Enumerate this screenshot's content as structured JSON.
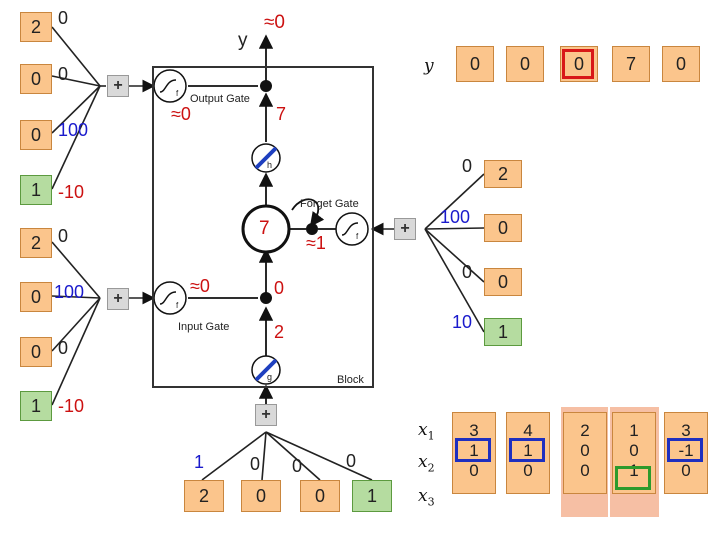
{
  "y_symbol": "y",
  "x_symbols": [
    "x",
    "x",
    "x"
  ],
  "x_subscripts": [
    "1",
    "2",
    "3"
  ],
  "output_approx": "≈0",
  "y_label": "y",
  "blocks": {
    "output_gate": {
      "inputs": [
        {
          "box": "2",
          "weight": "0"
        },
        {
          "box": "0",
          "weight": "0"
        },
        {
          "box": "0",
          "weight": "100"
        },
        {
          "box": "1",
          "weight": "-10"
        }
      ],
      "sum": "+",
      "gate_label": "Output Gate",
      "gate_value": "≈0",
      "f_symbol": "f"
    },
    "input_gate": {
      "inputs": [
        {
          "box": "2",
          "weight": "0"
        },
        {
          "box": "0",
          "weight": "100"
        },
        {
          "box": "0",
          "weight": "0"
        },
        {
          "box": "1",
          "weight": "-10"
        }
      ],
      "sum": "+",
      "gate_label": "Input Gate",
      "gate_value": "≈0",
      "f_symbol": "f"
    },
    "forget_gate": {
      "inputs": [
        {
          "box": "2",
          "weight": "0"
        },
        {
          "box": "0",
          "weight": "100"
        },
        {
          "box": "0",
          "weight": "0"
        },
        {
          "box": "1",
          "weight": "10"
        }
      ],
      "sum": "+",
      "gate_label": "Forget Gate",
      "gate_value": "≈1",
      "f_symbol": "f"
    },
    "cell_input": {
      "inputs": [
        {
          "box": "2",
          "weight": "1"
        },
        {
          "box": "0",
          "weight": "0"
        },
        {
          "box": "0",
          "weight": "0"
        },
        {
          "box": "1",
          "weight": "0"
        }
      ],
      "sum": "+"
    }
  },
  "internal": {
    "h_symbol": "h",
    "g_symbol": "g",
    "memory_value": "7",
    "h_out_value": "7",
    "input_flow_value": "0",
    "g_value": "2",
    "block_label": "Block"
  },
  "y_sequence": [
    "0",
    "0",
    "0",
    "7",
    "0"
  ],
  "x_sequence": [
    [
      "3",
      "1",
      "0"
    ],
    [
      "4",
      "1",
      "0"
    ],
    [
      "2",
      "0",
      "0"
    ],
    [
      "1",
      "0",
      "1"
    ],
    [
      "3",
      "-1",
      "0"
    ]
  ]
}
